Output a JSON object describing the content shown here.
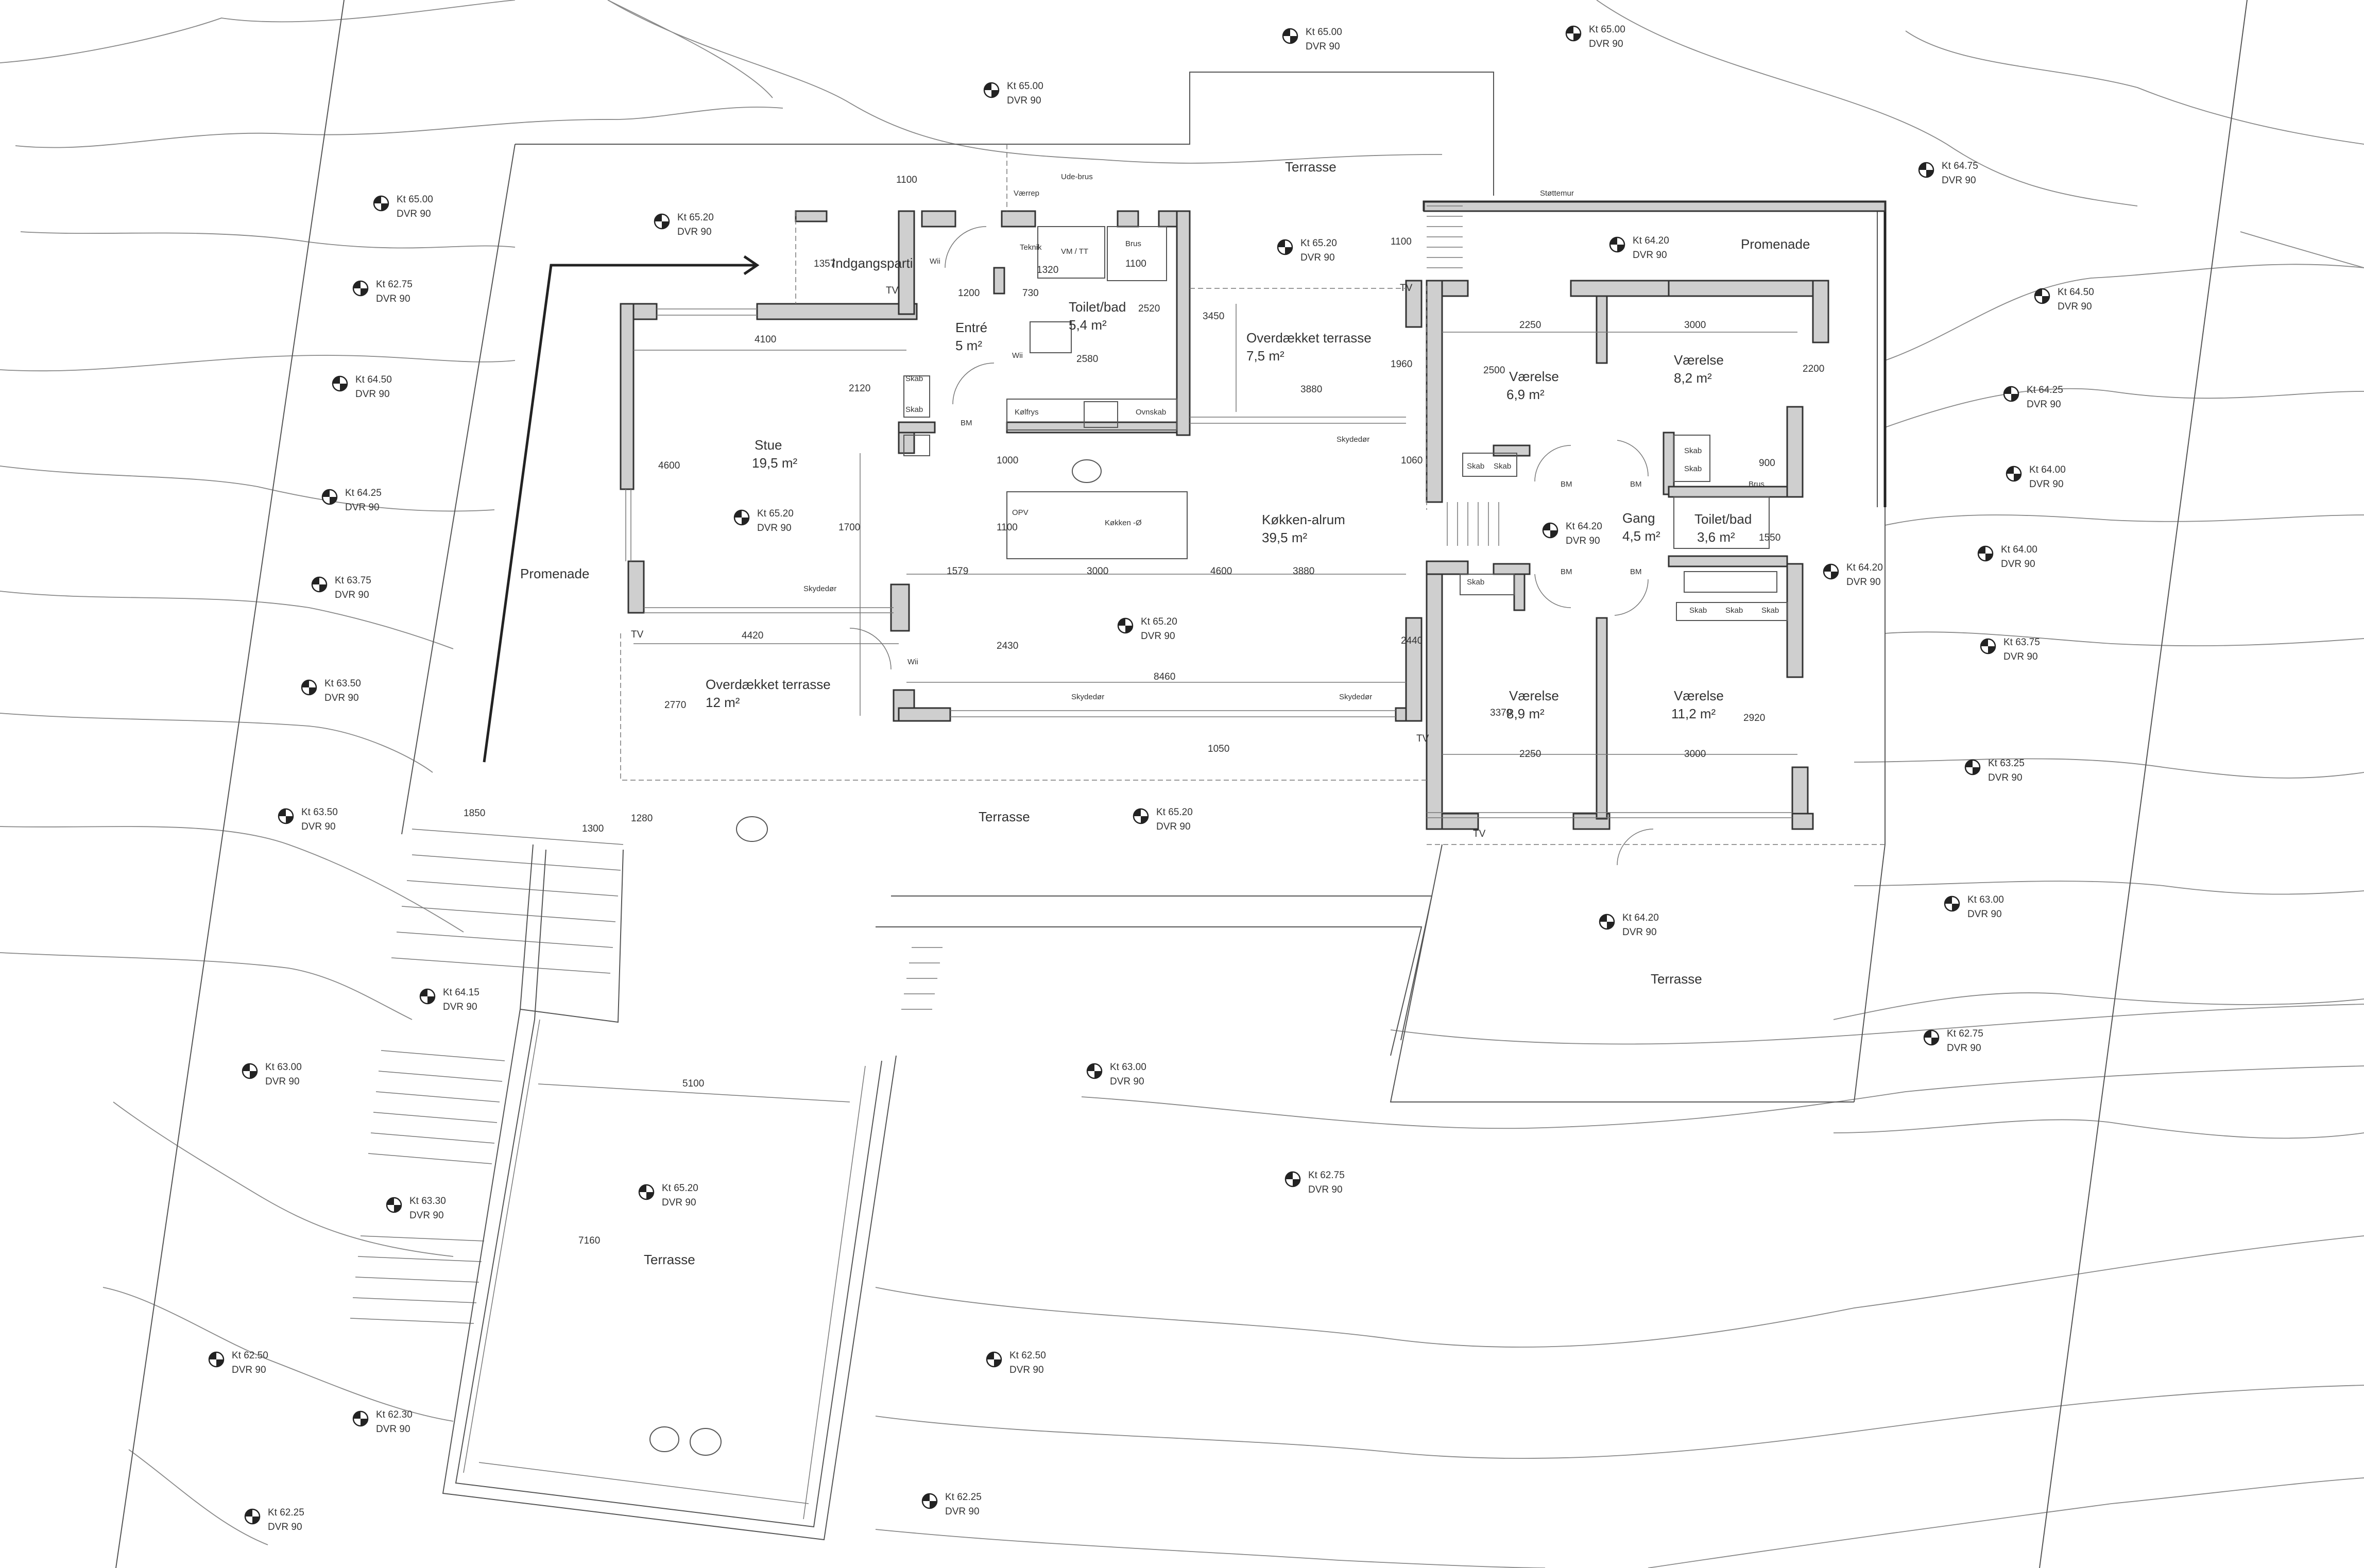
{
  "rooms": {
    "indgangsparti": "Indgangsparti",
    "entre": "Entré",
    "entre_area": "5 m²",
    "toilet1": "Toilet/bad",
    "toilet1_area": "5,4 m²",
    "stue": "Stue",
    "stue_area": "19,5 m²",
    "overdaekket1": "Overdækket terrasse",
    "overdaekket1_area": "7,5 m²",
    "koekken": "Køkken-alrum",
    "koekken_area": "39,5 m²",
    "overdaekket2": "Overdækket terrasse",
    "overdaekket2_area": "12 m²",
    "vaerelse1": "Værelse",
    "vaerelse1_area": "6,9 m²",
    "vaerelse2": "Værelse",
    "vaerelse2_area": "8,2 m²",
    "gang": "Gang",
    "gang_area": "4,5 m²",
    "toilet2": "Toilet/bad",
    "toilet2_area": "3,6 m²",
    "vaerelse3": "Værelse",
    "vaerelse3_area": "8,9 m²",
    "vaerelse4": "Værelse",
    "vaerelse4_area": "11,2 m²",
    "terrasse_top": "Terrasse",
    "terrasse_mid": "Terrasse",
    "terrasse_right": "Terrasse",
    "terrasse_pool": "Terrasse",
    "promenade_left": "Promenade",
    "promenade_right": "Promenade"
  },
  "fixtures": {
    "skab": "Skab",
    "vm_tt": "VM / TT",
    "brus": "Brus",
    "teknik": "Teknik",
    "vaerep": "Værrep",
    "ude_brus": "Ude-brus",
    "koelfrys": "Kølfrys",
    "ovn_skab": "Ovnskab",
    "koekken_oe": "Køkken -Ø",
    "opv": "OPV",
    "skydedoer": "Skydedør",
    "staettemur": "Støttemur",
    "tv": "TV",
    "wii": "Wii",
    "bm": "BM"
  },
  "dimensions": {
    "d1100a": "1100",
    "d1357": "1357",
    "d1200": "1200",
    "d730": "730",
    "d1320": "1320",
    "d1100b": "1100",
    "d2520": "2520",
    "d2580": "2580",
    "d4100": "4100",
    "d2120": "2120",
    "d4600a": "4600",
    "d3450": "3450",
    "d3880a": "3880",
    "d1960": "1960",
    "d1100c": "1100",
    "d2250a": "2250",
    "d3000a": "3000",
    "d2500": "2500",
    "d2200": "2200",
    "d1000": "1000",
    "d1060": "1060",
    "d900": "900",
    "d1100d": "1100",
    "d1700": "1700",
    "d1579": "1579",
    "d3000b": "3000",
    "d3880b": "3880",
    "d4600b": "4600",
    "d1550": "1550",
    "d4420": "4420",
    "d2430": "2430",
    "d2440": "2440",
    "d2770": "2770",
    "d8460": "8460",
    "d3370": "3370",
    "d2920": "2920",
    "d2250b": "2250",
    "d3000c": "3000",
    "d1050": "1050",
    "d1850": "1850",
    "d1300": "1300",
    "d1280": "1280",
    "d5100": "5100",
    "d7160": "7160"
  },
  "levels": [
    {
      "kt": "Kt 65.00",
      "dvr": "DVR 90"
    },
    {
      "kt": "Kt 65.00",
      "dvr": "DVR 90"
    },
    {
      "kt": "Kt 65.00",
      "dvr": "DVR 90"
    },
    {
      "kt": "Kt 64.75",
      "dvr": "DVR 90"
    },
    {
      "kt": "Kt 65.00",
      "dvr": "DVR 90"
    },
    {
      "kt": "Kt 65.20",
      "dvr": "DVR 90"
    },
    {
      "kt": "Kt 65.20",
      "dvr": "DVR 90"
    },
    {
      "kt": "Kt 64.20",
      "dvr": "DVR 90"
    },
    {
      "kt": "Kt 62.75",
      "dvr": "DVR 90"
    },
    {
      "kt": "Kt 64.50",
      "dvr": "DVR 90"
    },
    {
      "kt": "Kt 64.50",
      "dvr": "DVR 90"
    },
    {
      "kt": "Kt 64.25",
      "dvr": "DVR 90"
    },
    {
      "kt": "Kt 64.25",
      "dvr": "DVR 90"
    },
    {
      "kt": "Kt 64.00",
      "dvr": "DVR 90"
    },
    {
      "kt": "Kt 65.20",
      "dvr": "DVR 90"
    },
    {
      "kt": "Kt 64.20",
      "dvr": "DVR 90"
    },
    {
      "kt": "Kt 63.75",
      "dvr": "DVR 90"
    },
    {
      "kt": "Kt 64.00",
      "dvr": "DVR 90"
    },
    {
      "kt": "Kt 64.20",
      "dvr": "DVR 90"
    },
    {
      "kt": "Kt 65.20",
      "dvr": "DVR 90"
    },
    {
      "kt": "Kt 63.50",
      "dvr": "DVR 90"
    },
    {
      "kt": "Kt 63.75",
      "dvr": "DVR 90"
    },
    {
      "kt": "Kt 63.25",
      "dvr": "DVR 90"
    },
    {
      "kt": "Kt 63.50",
      "dvr": "DVR 90"
    },
    {
      "kt": "Kt 65.20",
      "dvr": "DVR 90"
    },
    {
      "kt": "Kt 63.00",
      "dvr": "DVR 90"
    },
    {
      "kt": "Kt 64.20",
      "dvr": "DVR 90"
    },
    {
      "kt": "Kt 64.15",
      "dvr": "DVR 90"
    },
    {
      "kt": "Kt 62.75",
      "dvr": "DVR 90"
    },
    {
      "kt": "Kt 63.00",
      "dvr": "DVR 90"
    },
    {
      "kt": "Kt 63.00",
      "dvr": "DVR 90"
    },
    {
      "kt": "Kt 62.75",
      "dvr": "DVR 90"
    },
    {
      "kt": "Kt 65.20",
      "dvr": "DVR 90"
    },
    {
      "kt": "Kt 63.30",
      "dvr": "DVR 90"
    },
    {
      "kt": "Kt 62.50",
      "dvr": "DVR 90"
    },
    {
      "kt": "Kt 62.50",
      "dvr": "DVR 90"
    },
    {
      "kt": "Kt 62.30",
      "dvr": "DVR 90"
    },
    {
      "kt": "Kt 62.25",
      "dvr": "DVR 90"
    },
    {
      "kt": "Kt 62.25",
      "dvr": "DVR 90"
    }
  ],
  "colors": {
    "wall_fill": "#cfcfcf",
    "line": "#333333",
    "contour": "#888888"
  }
}
